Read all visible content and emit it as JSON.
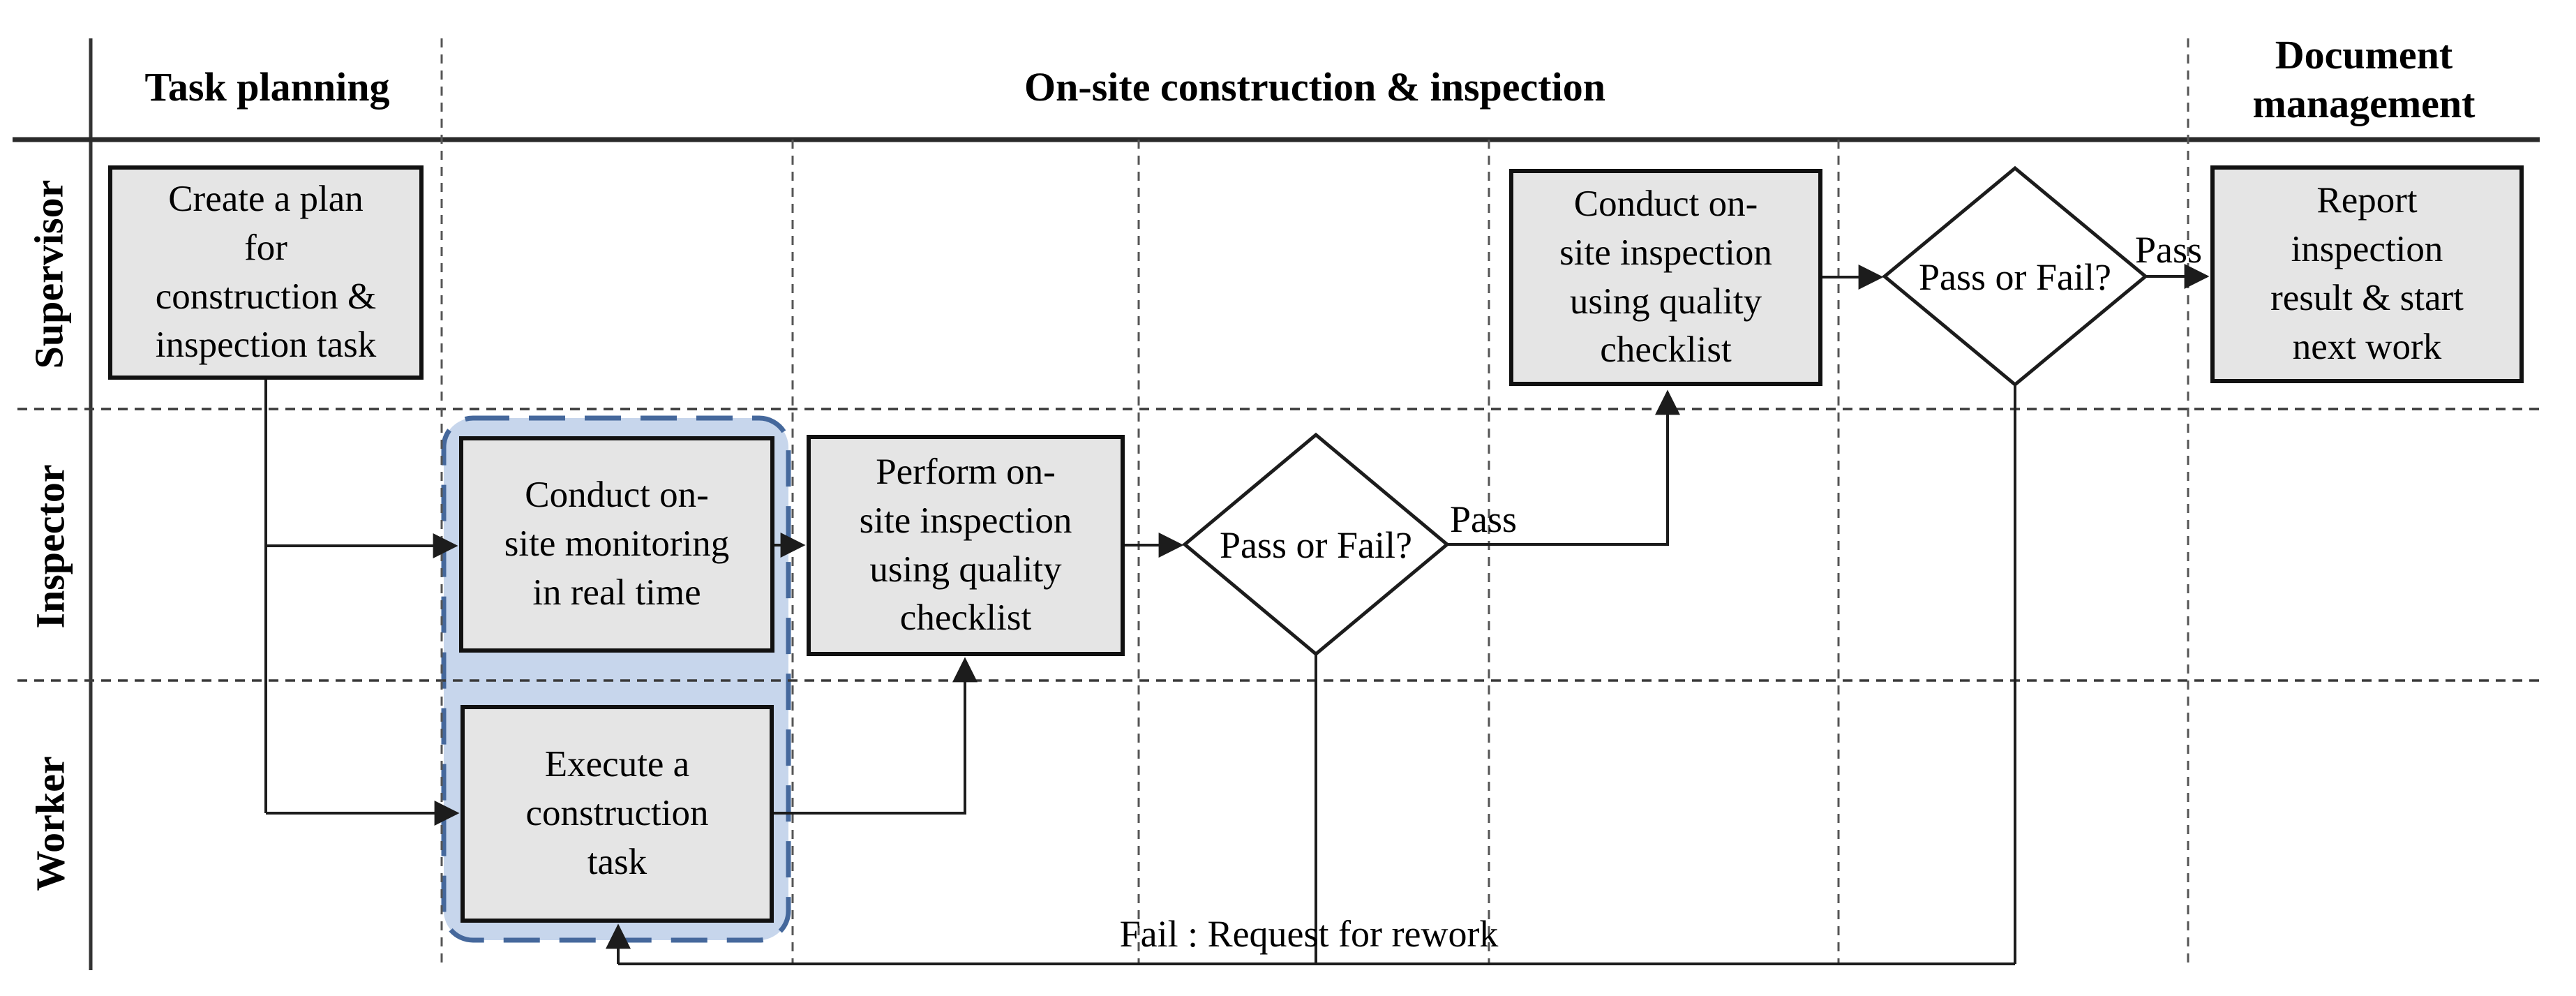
{
  "figure": {
    "type": "swimlane-flowchart"
  },
  "phases": [
    {
      "label": "Task planning"
    },
    {
      "label": "On-site construction & inspection"
    },
    {
      "label": "Document\nmanagement"
    }
  ],
  "lanes": [
    {
      "label": "Supervisor"
    },
    {
      "label": "Inspector"
    },
    {
      "label": "Worker"
    }
  ],
  "nodes": {
    "create_plan": {
      "type": "process",
      "lane": "Supervisor",
      "text": "Create a plan\nfor\nconstruction &\ninspection task"
    },
    "conduct_monitoring": {
      "type": "process",
      "lane": "Inspector",
      "highlighted": true,
      "text": "Conduct on-\nsite monitoring\nin real time"
    },
    "execute_task": {
      "type": "process",
      "lane": "Worker",
      "highlighted": true,
      "text": "Execute a\nconstruction\ntask"
    },
    "perform_inspection": {
      "type": "process",
      "lane": "Inspector",
      "text": "Perform on-\nsite inspection\nusing quality\nchecklist"
    },
    "decision1": {
      "type": "decision",
      "lane": "Inspector",
      "text": "Pass or Fail?"
    },
    "conduct_inspection": {
      "type": "process",
      "lane": "Supervisor",
      "text": "Conduct on-\nsite inspection\nusing quality\nchecklist"
    },
    "decision2": {
      "type": "decision",
      "lane": "Supervisor",
      "text": "Pass or Fail?"
    },
    "report_result": {
      "type": "process",
      "lane": "Supervisor",
      "text": "Report\ninspection\nresult & start\nnext work"
    }
  },
  "edge_labels": {
    "pass1": "Pass",
    "pass2": "Pass",
    "fail": "Fail : Request for rework"
  },
  "colors": {
    "box_fill": "#e5e5e5",
    "box_border": "#111111",
    "line": "#1c1c1c",
    "grid": "#555555",
    "highlight_fill": "#c7d6ec",
    "highlight_border": "#45689c"
  }
}
